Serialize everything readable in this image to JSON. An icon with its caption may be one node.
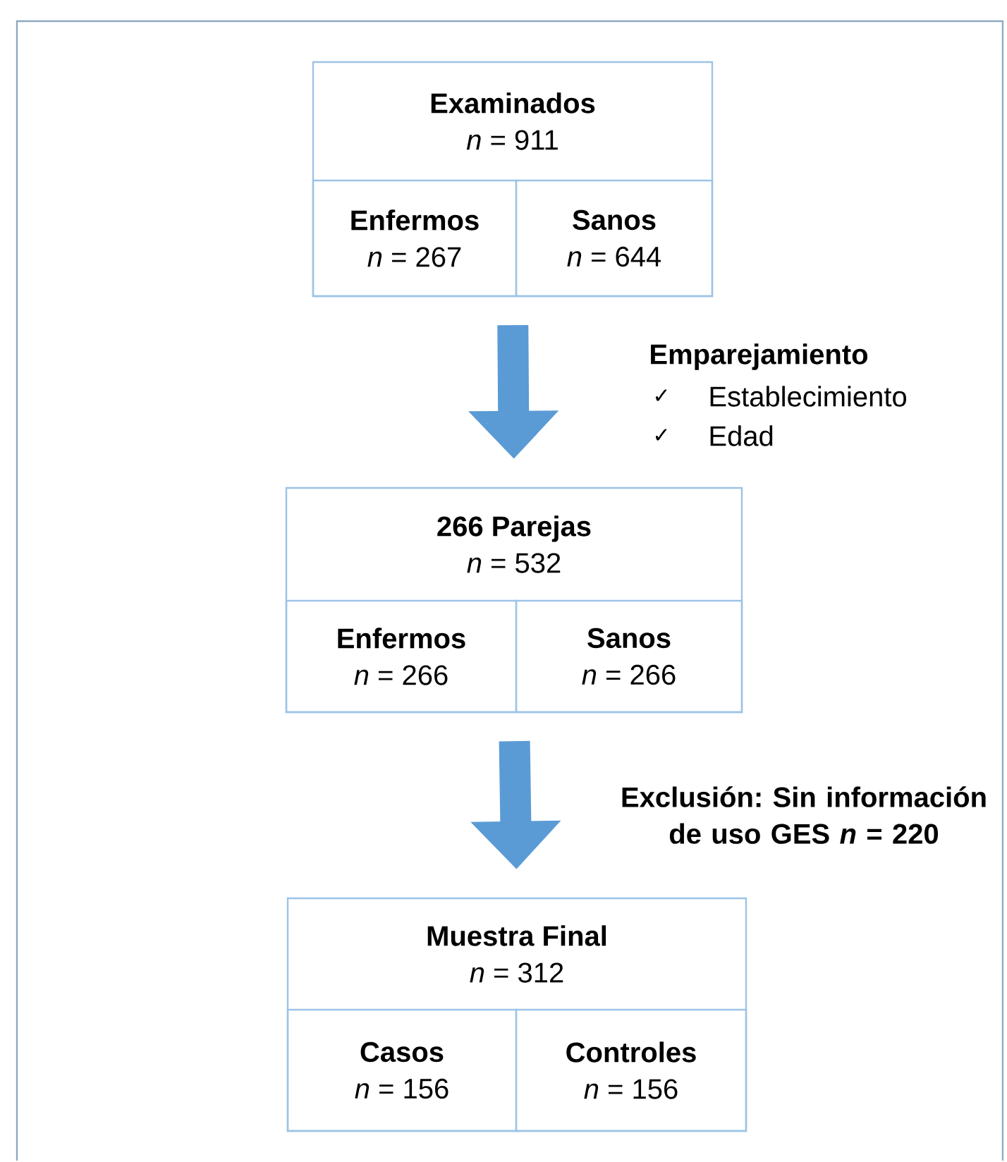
{
  "diagram": {
    "nodes": [
      {
        "text": [
          "Examinados",
          "*n* = 911"
        ]
      },
      {
        "text": [
          "Enfermos",
          "*n* = 267"
        ],
        "in": 0
      },
      {
        "text": [
          "Sanos",
          "*n* = 644"
        ],
        "in": 0
      },
      {
        "text": [
          "266 Parejas",
          "*n* = 532"
        ]
      },
      {
        "text": [
          "Enfermos",
          "*n* = 266"
        ],
        "in": 3
      },
      {
        "text": [
          "Sanos",
          "*n* = 266"
        ],
        "in": 3
      },
      {
        "text": [
          "Muestra Final",
          "*n* = 312"
        ]
      },
      {
        "text": [
          "Casos",
          "*n* = 156"
        ],
        "in": 6
      },
      {
        "text": [
          "Controles",
          "*n* = 156"
        ],
        "in": 6
      }
    ],
    "edges": [
      {
        "from": 0,
        "to": 3,
        "arrow": "to"
      },
      {
        "from": 3,
        "to": 6,
        "arrow": "to",
        "label": "Exclusión: Sin información de uso GES *n* = 220"
      }
    ],
    "labels": [
      "Emparejamiento",
      "✓",
      "Establecimiento",
      "✓",
      "Edad"
    ]
  }
}
